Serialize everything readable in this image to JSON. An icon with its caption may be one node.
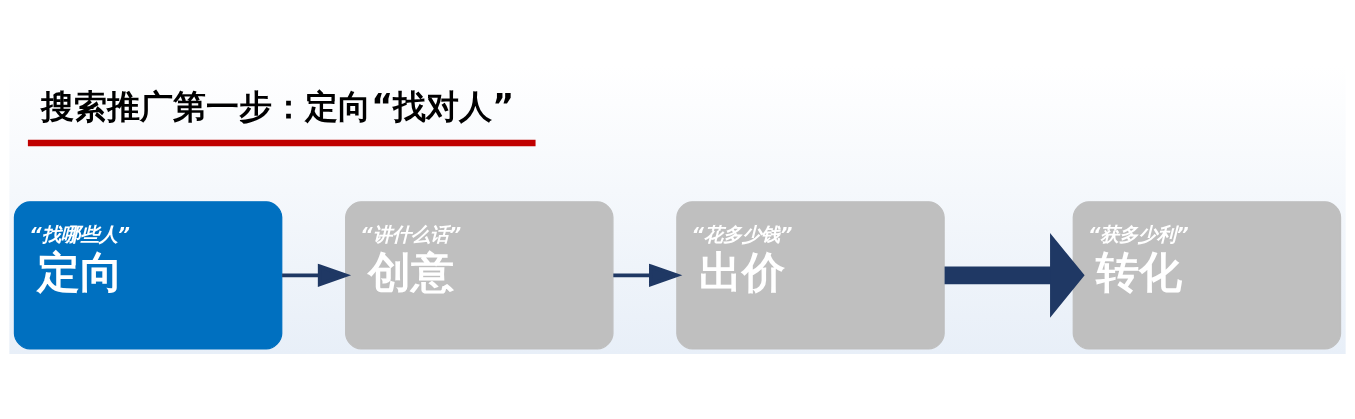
{
  "diagram": {
    "title": "搜索推广第一步：定向“找对人”",
    "nodes": [
      {
        "text": [
          "“找哪些人”",
          "定向"
        ]
      },
      {
        "text": [
          "“讲什么话”",
          "创意"
        ]
      },
      {
        "text": [
          "“花多少钱”",
          "出价"
        ]
      },
      {
        "text": [
          "“获多少利”",
          "转化"
        ]
      }
    ],
    "edges": [
      {
        "from": 0,
        "to": 1,
        "arrow": "to"
      },
      {
        "from": 1,
        "to": 2,
        "arrow": "to"
      },
      {
        "from": 2,
        "to": 3,
        "arrow": "to",
        "style": "thick"
      }
    ]
  }
}
